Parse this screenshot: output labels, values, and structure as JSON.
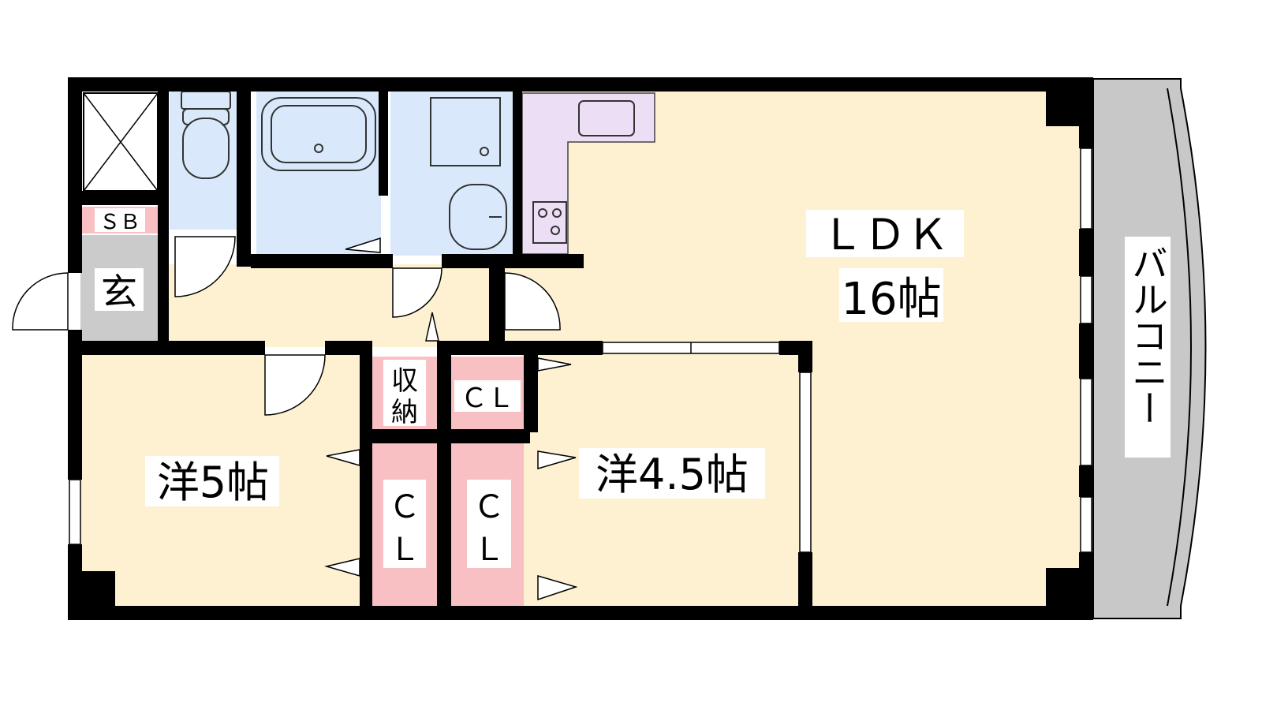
{
  "rooms": {
    "ldk": {
      "name": "ＬＤＫ",
      "size": "16帖"
    },
    "western_a": {
      "label": "洋5帖"
    },
    "western_b": {
      "label": "洋4.5帖"
    },
    "entrance": {
      "label": "玄"
    },
    "shoe_box": {
      "label": "ＳＢ"
    },
    "storage": {
      "label_line1": "収",
      "label_line2": "納"
    },
    "closet_small": {
      "label": "ＣＬ"
    },
    "closet_a": {
      "line1": "Ｃ",
      "line2": "Ｌ"
    },
    "closet_b": {
      "line1": "Ｃ",
      "line2": "Ｌ"
    },
    "balcony": {
      "label": "バルコニー"
    }
  },
  "colors": {
    "room_floor": "#fdf1d2",
    "wet_area": "#d9e9fb",
    "kitchen": "#ecdff5",
    "closet": "#f8c0c2",
    "entrance": "#cbcbcb",
    "balcony": "#c8c8c8",
    "wall": "#000000"
  }
}
